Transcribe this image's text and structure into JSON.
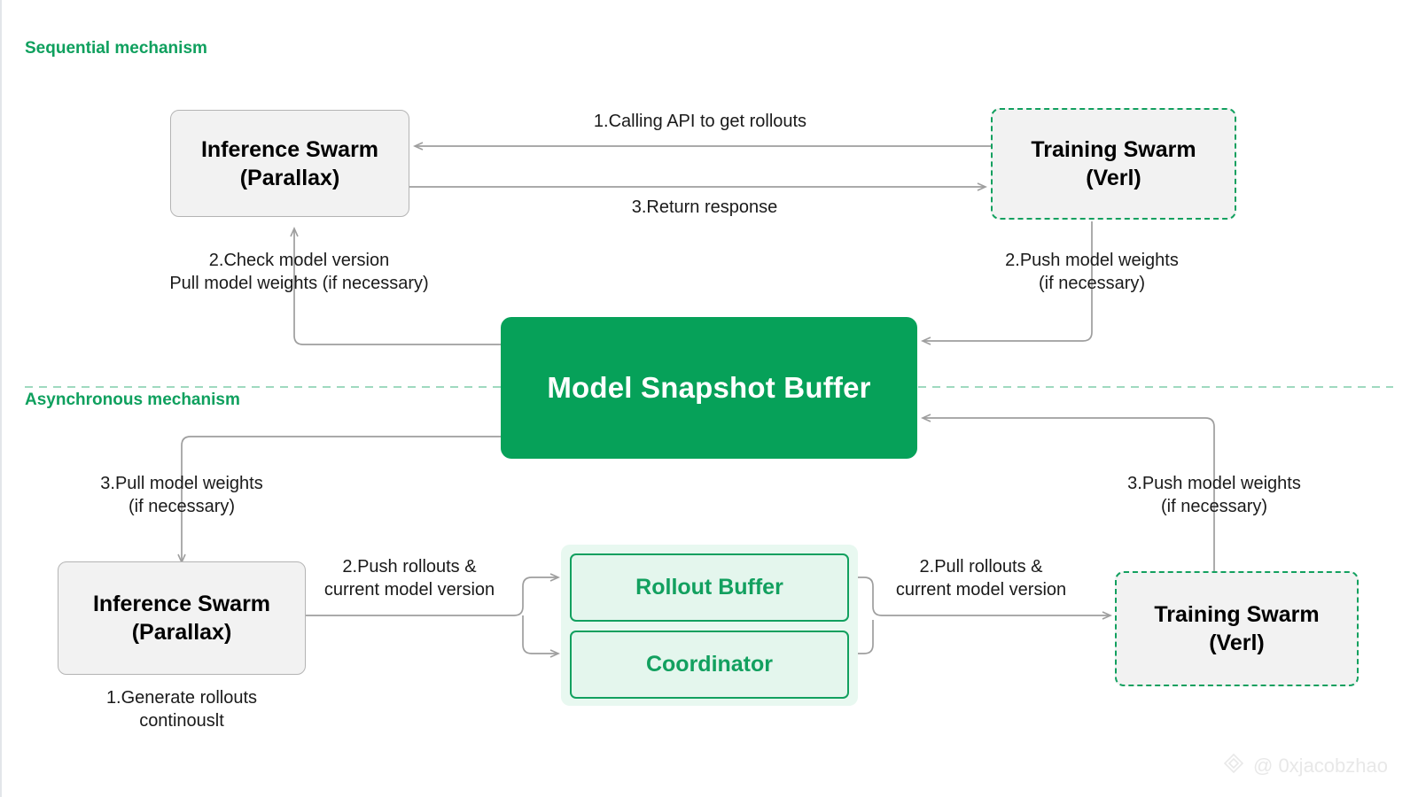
{
  "sections": [
    {
      "id": "sequential",
      "label": "Sequential mechanism"
    },
    {
      "id": "asynchronous",
      "label": "Asynchronous mechanism"
    }
  ],
  "nodes": {
    "inference_top": {
      "title": "Inference Swarm",
      "subtitle": "(Parallax)"
    },
    "training_top": {
      "title": "Training Swarm",
      "subtitle": "(Verl)"
    },
    "snapshot_buffer": {
      "title": "Model Snapshot Buffer"
    },
    "inference_bottom": {
      "title": "Inference Swarm",
      "subtitle": "(Parallax)"
    },
    "training_bottom": {
      "title": "Training Swarm",
      "subtitle": "(Verl)"
    },
    "rollout_buffer": {
      "title": "Rollout Buffer"
    },
    "coordinator": {
      "title": "Coordinator"
    }
  },
  "edge_labels": {
    "calling_api": "1.Calling API to get rollouts",
    "return_response": "3.Return response",
    "check_model_version": "2.Check model version\nPull model weights (if necessary)",
    "push_model_weights_top": "2.Push model weights\n(if necessary)",
    "pull_model_weights_bottom": "3.Pull model weights\n(if necessary)",
    "push_model_weights_bottom": "3.Push model weights\n(if necessary)",
    "push_rollouts": "2.Push rollouts &\ncurrent model version",
    "pull_rollouts": "2.Pull rollouts &\ncurrent model version",
    "generate_rollouts": "1.Generate rollouts\ncontinouslt"
  },
  "watermark": {
    "handle": "@ 0xjacobzhao",
    "icon": "diamond-logo-icon"
  },
  "colors": {
    "accent_green": "#0fa05e",
    "buffer_green": "#06a159",
    "node_fill": "#f2f2f2",
    "node_border": "#b4b4b4",
    "edge_gray": "#9e9e9e",
    "divider_green": "#9fd9bf"
  }
}
